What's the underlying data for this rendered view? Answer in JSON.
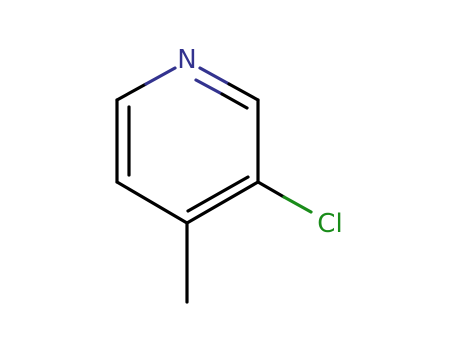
{
  "molecule": {
    "atoms": [
      {
        "id": "N1",
        "label": "N",
        "color": "#33338f"
      },
      {
        "id": "Cl",
        "label": "Cl",
        "color": "#1a8c1a"
      }
    ],
    "bond_color": "#000000"
  }
}
